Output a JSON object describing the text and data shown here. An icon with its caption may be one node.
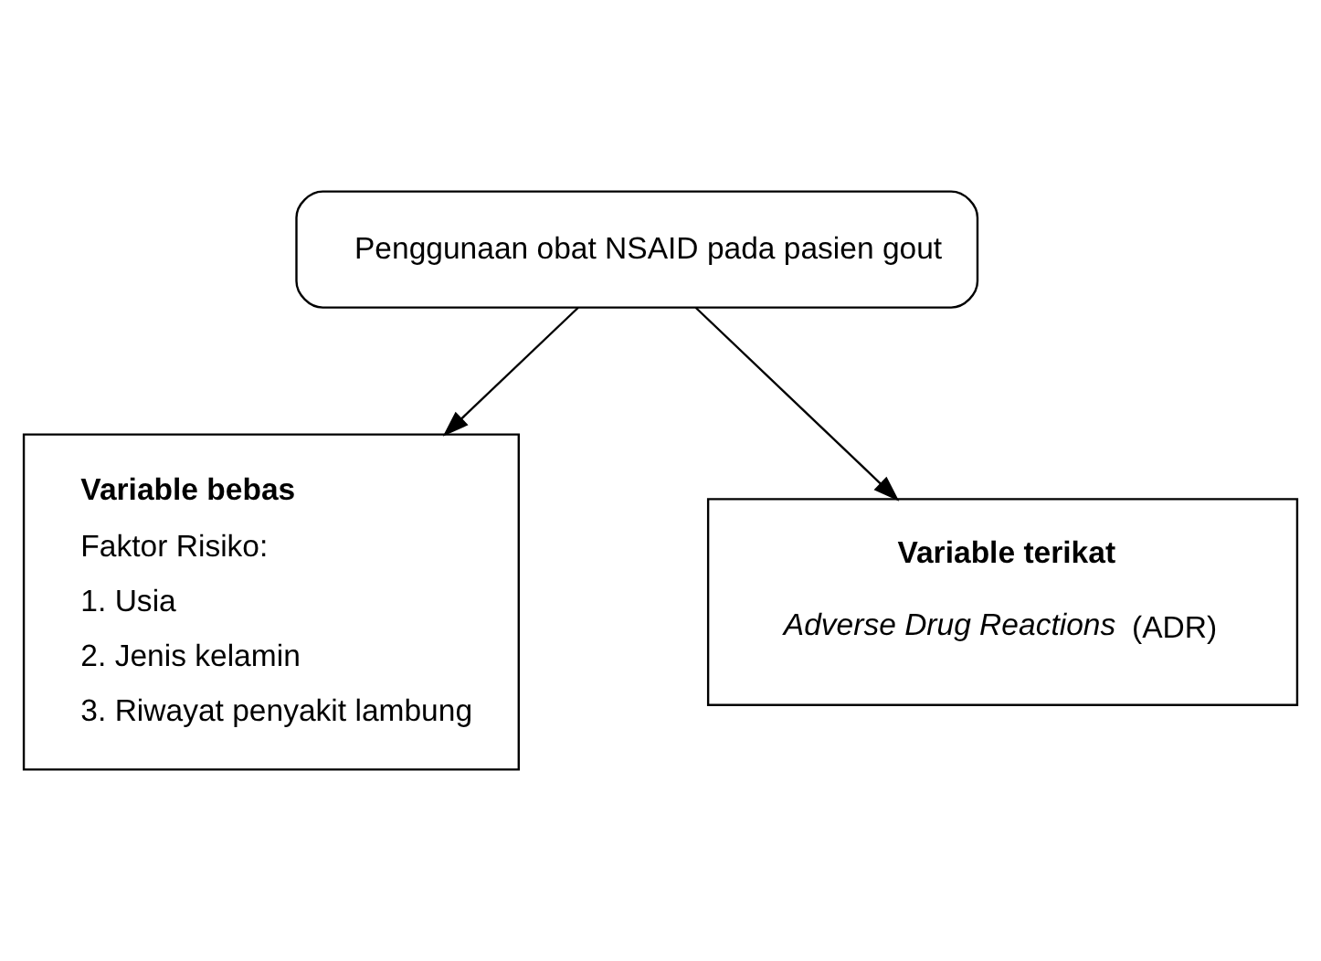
{
  "diagram": {
    "nodes": [
      {
        "text": [
          "Penggunaan obat NSAID pada pasien gout"
        ]
      },
      {
        "text": [
          "Variable bebas",
          "Faktor Risiko:",
          "1. Usia",
          "2. Jenis kelamin",
          "3. Riwayat penyakit lambung"
        ]
      },
      {
        "text": [
          "Variable terikat",
          "*Adverse Drug Reactions* (ADR)"
        ]
      }
    ],
    "edges": [
      {
        "from": 0,
        "to": 1,
        "arrow": "to"
      },
      {
        "from": 0,
        "to": 2,
        "arrow": "to"
      }
    ]
  }
}
